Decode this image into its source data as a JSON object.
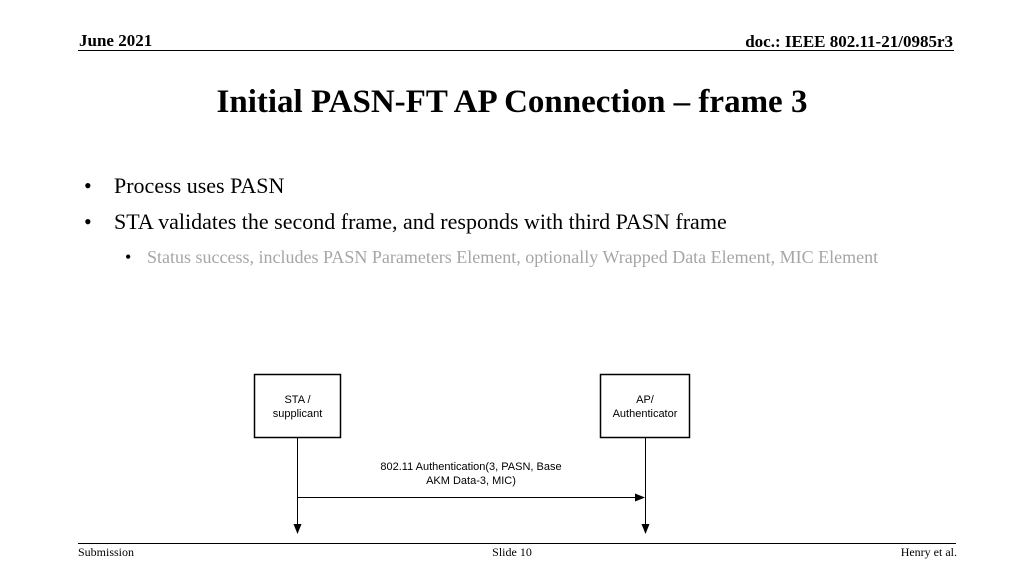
{
  "header": {
    "date": "June 2021",
    "doc": "doc.: IEEE 802.11-21/0985r3"
  },
  "title": "Initial PASN-FT AP Connection – frame 3",
  "bullets": [
    {
      "text": "Process uses PASN"
    },
    {
      "text": "STA validates the second frame, and responds with third  PASN frame"
    }
  ],
  "sub_bullets": [
    {
      "text": "Status success, includes PASN Parameters Element, optionally Wrapped Data Element, MIC Element"
    }
  ],
  "diagram": {
    "sta_label_line1": "STA /",
    "sta_label_line2": "supplicant",
    "ap_label_line1": "AP/",
    "ap_label_line2": "Authenticator",
    "message_line1": "802.11 Authentication(3, PASN, Base",
    "message_line2": "AKM Data-3, MIC)"
  },
  "footer": {
    "left": "Submission",
    "center": "Slide 10",
    "right": "Henry et al."
  }
}
